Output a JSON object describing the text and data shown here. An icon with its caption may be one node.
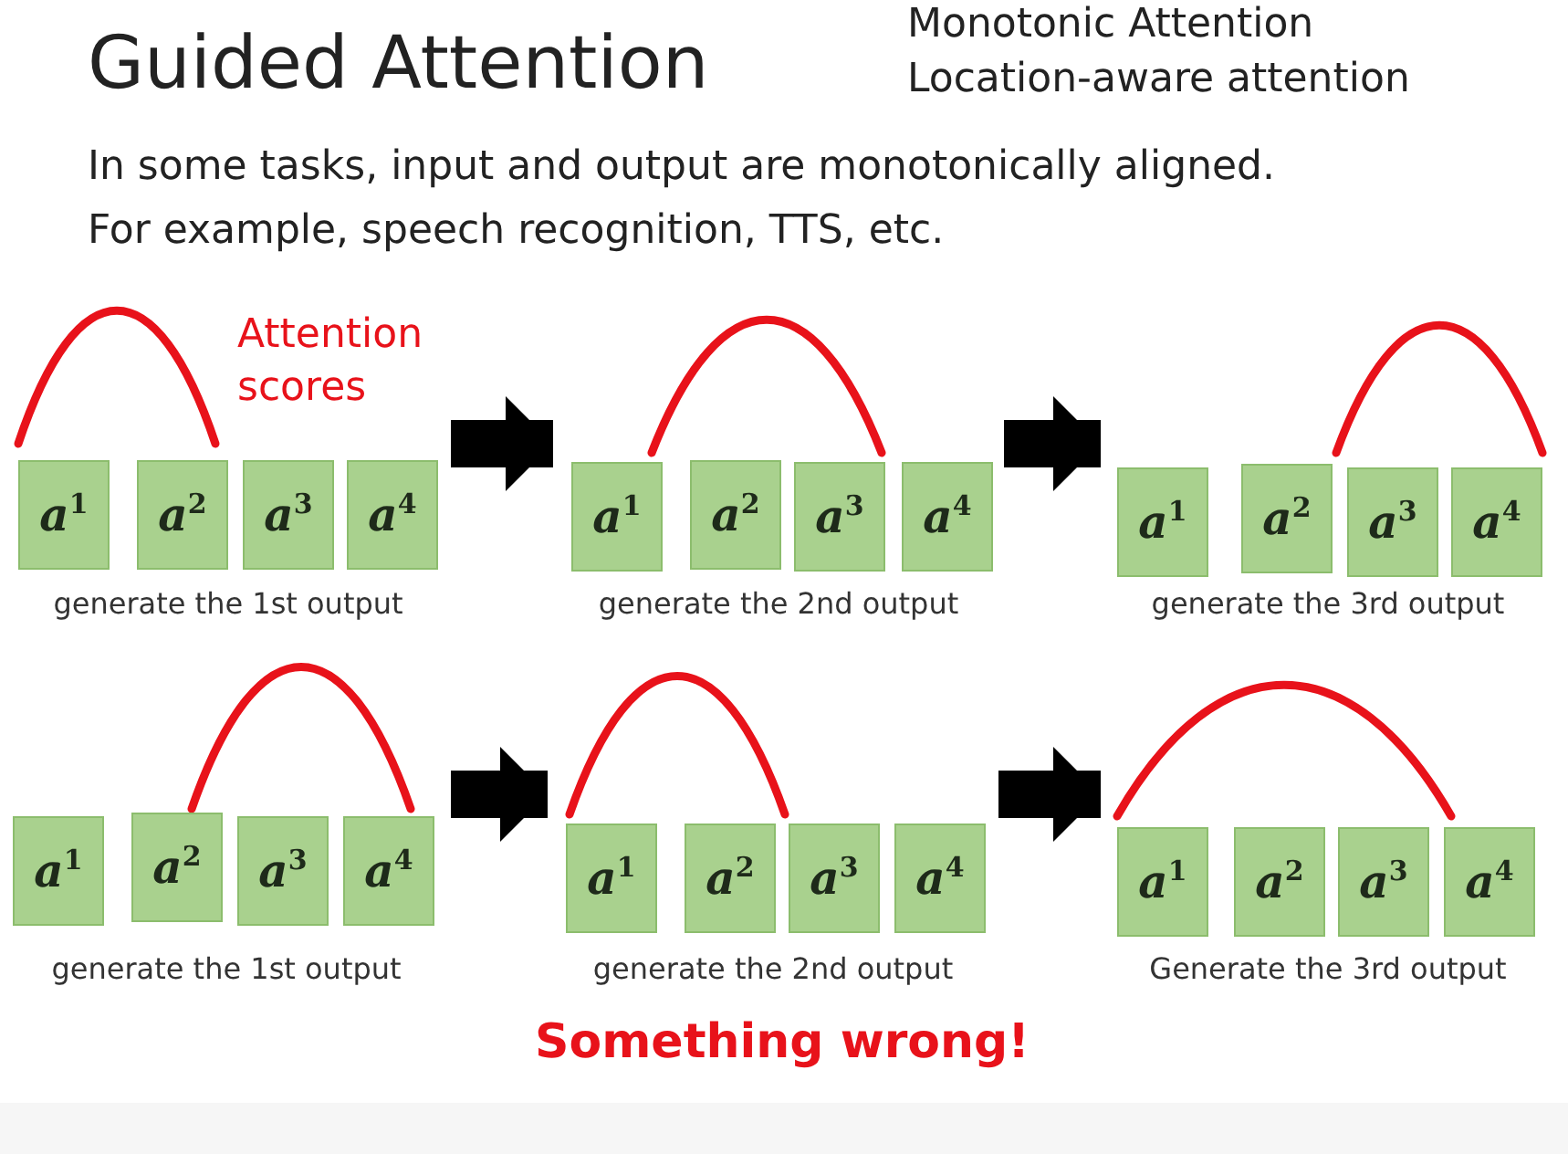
{
  "diagram": {
    "title": "Guided Attention",
    "nodes": [
      {
        "text": [
          "generate the 1st output"
        ]
      },
      {
        "text": [
          "a$^{1}$"
        ],
        "in": 0
      },
      {
        "text": [
          "a$^{2}$"
        ],
        "in": 0
      },
      {
        "text": [
          "a$^{3}$"
        ],
        "in": 0
      },
      {
        "text": [
          "a$^{4}$"
        ],
        "in": 0
      },
      {
        "text": [
          "generate the 2nd output"
        ]
      },
      {
        "text": [
          "a$^{1}$"
        ],
        "in": 5
      },
      {
        "text": [
          "a$^{2}$"
        ],
        "in": 5
      },
      {
        "text": [
          "a$^{3}$"
        ],
        "in": 5
      },
      {
        "text": [
          "a$^{4}$"
        ],
        "in": 5
      },
      {
        "text": [
          "generate the 3rd output"
        ]
      },
      {
        "text": [
          "a$^{1}$"
        ],
        "in": 10
      },
      {
        "text": [
          "a$^{2}$"
        ],
        "in": 10
      },
      {
        "text": [
          "a$^{3}$"
        ],
        "in": 10
      },
      {
        "text": [
          "a$^{4}$"
        ],
        "in": 10
      },
      {
        "text": [
          "generate the 1st output"
        ]
      },
      {
        "text": [
          "a$^{1}$"
        ],
        "in": 15
      },
      {
        "text": [
          "a$^{2}$"
        ],
        "in": 15
      },
      {
        "text": [
          "a$^{3}$"
        ],
        "in": 15
      },
      {
        "text": [
          "a$^{4}$"
        ],
        "in": 15
      },
      {
        "text": [
          "generate the 2nd output"
        ]
      },
      {
        "text": [
          "a$^{1}$"
        ],
        "in": 20
      },
      {
        "text": [
          "a$^{2}$"
        ],
        "in": 20
      },
      {
        "text": [
          "a$^{3}$"
        ],
        "in": 20
      },
      {
        "text": [
          "a$^{4}$"
        ],
        "in": 20
      },
      {
        "text": [
          "Generate the 3rd output"
        ]
      },
      {
        "text": [
          "a$^{1}$"
        ],
        "in": 25
      },
      {
        "text": [
          "a$^{2}$"
        ],
        "in": 25
      },
      {
        "text": [
          "a$^{3}$"
        ],
        "in": 25
      },
      {
        "text": [
          "a$^{4}$"
        ],
        "in": 25
      }
    ],
    "edges": [
      {
        "from": 0,
        "to": 5,
        "arrow": "to"
      },
      {
        "from": 5,
        "to": 10,
        "arrow": "to"
      },
      {
        "from": 15,
        "to": 20,
        "arrow": "to"
      },
      {
        "from": 20,
        "to": 25,
        "arrow": "to"
      }
    ],
    "labels": [
      "Monotonic Attention",
      "Location-aware attention",
      "In some tasks, input and output are monotonically aligned.",
      "For example, speech recognition, TTS, etc.",
      "Attention scores",
      "Something wrong!"
    ]
  }
}
